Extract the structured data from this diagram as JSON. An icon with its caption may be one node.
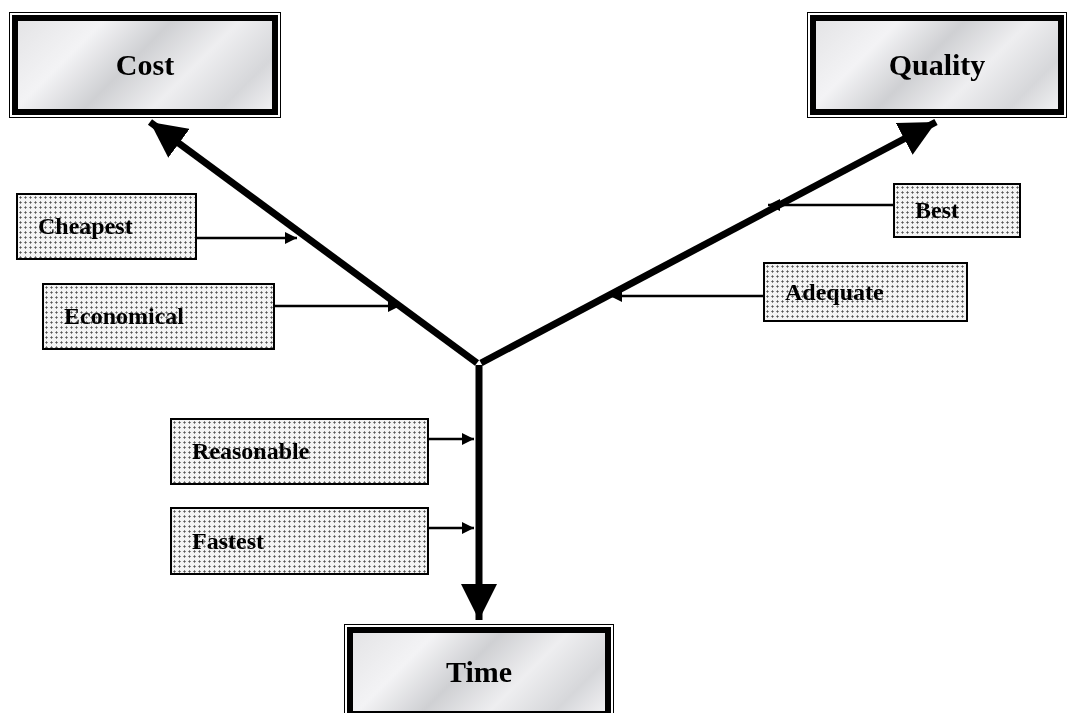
{
  "diagram": {
    "nodes": [
      {
        "text": [
          "Cost"
        ]
      },
      {
        "text": [
          "Quality"
        ]
      },
      {
        "text": [
          "Time"
        ]
      },
      {
        "text": [
          "Cheapest"
        ]
      },
      {
        "text": [
          "Economical"
        ]
      },
      {
        "text": [
          "Best"
        ]
      },
      {
        "text": [
          "Adequate"
        ]
      },
      {
        "text": [
          "Reasonable"
        ]
      },
      {
        "text": [
          "Fastest"
        ]
      }
    ],
    "edges": [
      {
        "from": null,
        "to": 0,
        "arrow": "to",
        "style": "thick"
      },
      {
        "from": null,
        "to": 1,
        "arrow": "to",
        "style": "thick"
      },
      {
        "from": null,
        "to": 2,
        "arrow": "to",
        "style": "thick"
      },
      {
        "from": 3,
        "to": null,
        "arrow": "to"
      },
      {
        "from": 4,
        "to": null,
        "arrow": "to"
      },
      {
        "from": 5,
        "to": null,
        "arrow": "to"
      },
      {
        "from": 6,
        "to": null,
        "arrow": "to"
      },
      {
        "from": 7,
        "to": null,
        "arrow": "to"
      },
      {
        "from": 8,
        "to": null,
        "arrow": "to"
      }
    ]
  }
}
